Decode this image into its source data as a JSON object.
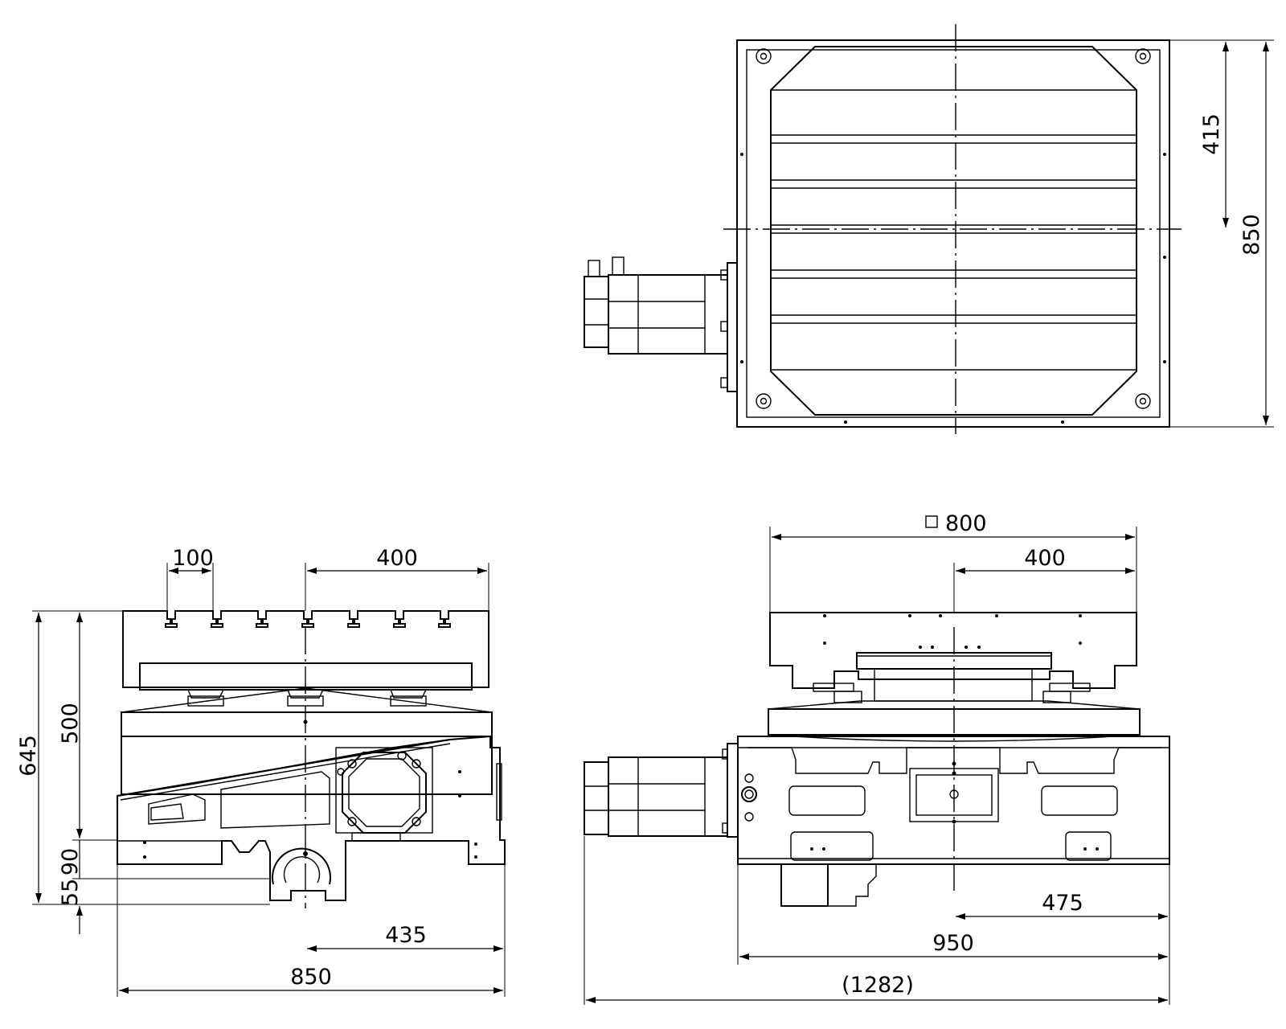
{
  "top_view": {
    "dimensions": {
      "offset_415": "415",
      "depth_850": "850"
    }
  },
  "side_view": {
    "dimensions": {
      "slot_pitch": "100",
      "slot_span": "400",
      "height_645": "645",
      "height_500": "500",
      "height_90": "90",
      "height_55": "55",
      "center_435": "435",
      "width_850": "850"
    }
  },
  "front_view": {
    "dimensions": {
      "table_square": "800",
      "half_table": "400",
      "center_475": "475",
      "width_950": "950",
      "overall_1282": "(1282)"
    }
  },
  "colors": {
    "stroke": "#000000",
    "background": "#ffffff"
  }
}
